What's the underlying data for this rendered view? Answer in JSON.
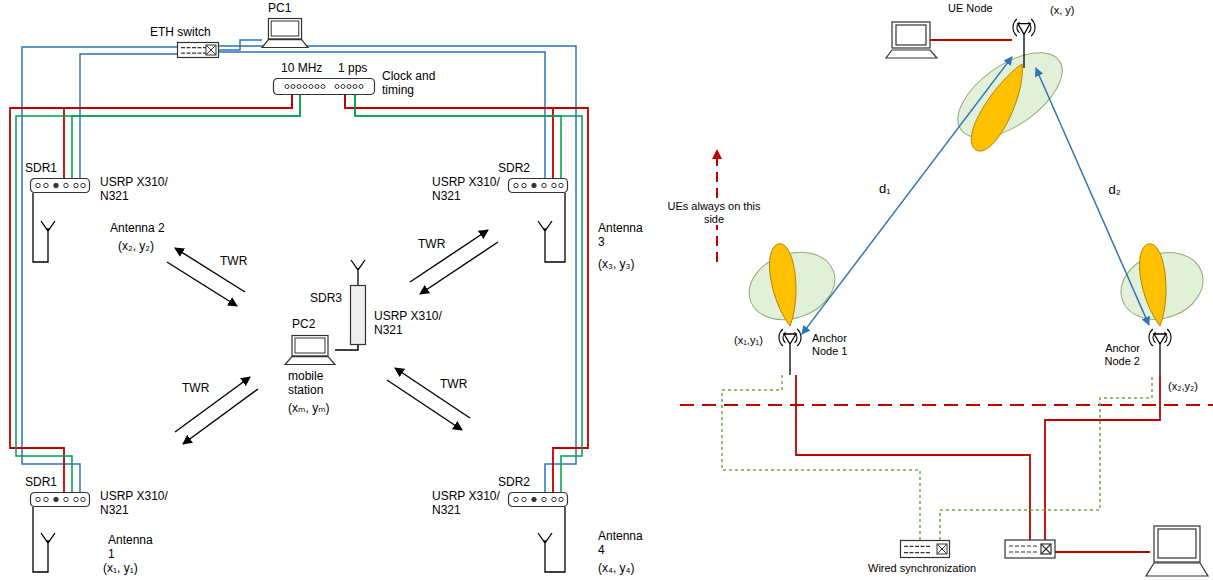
{
  "diagram": {
    "nodes": [
      {
        "text": [
          "PC1"
        ]
      },
      {
        "text": [
          "ETH switch"
        ]
      },
      {
        "text": [
          "10 MHz",
          "1 pps",
          "Clock and timing"
        ]
      },
      {
        "text": [
          "SDR1",
          "USRP X310/ N321"
        ]
      },
      {
        "text": [
          "SDR2",
          "USRP X310/ N321"
        ]
      },
      {
        "text": [
          "SDR1",
          "USRP X310/ N321"
        ]
      },
      {
        "text": [
          "SDR2",
          "USRP X310/ N321"
        ]
      },
      {
        "text": [
          "SDR3",
          "USRP X310/ N321"
        ]
      },
      {
        "text": [
          "PC2",
          "mobile station",
          "(xₘ, yₘ)"
        ]
      },
      {
        "text": [
          "UE Node",
          "(x, y)"
        ]
      },
      {
        "text": [
          "(x₁,y₁)",
          "Anchor Node 1"
        ]
      },
      {
        "text": [
          "Anchor Node 2",
          "(x₂,y₂)"
        ]
      },
      {
        "text": [
          "Wired synchronization"
        ]
      }
    ],
    "edges": [
      {
        "from": 0,
        "to": 1,
        "arrow": "none"
      },
      {
        "from": 1,
        "to": 3,
        "arrow": "none"
      },
      {
        "from": 1,
        "to": 4,
        "arrow": "none"
      },
      {
        "from": 1,
        "to": 5,
        "arrow": "none"
      },
      {
        "from": 1,
        "to": 6,
        "arrow": "none"
      },
      {
        "from": 2,
        "to": 3,
        "arrow": "none"
      },
      {
        "from": 2,
        "to": 3,
        "arrow": "none"
      },
      {
        "from": 2,
        "to": 4,
        "arrow": "none"
      },
      {
        "from": 2,
        "to": 4,
        "arrow": "none"
      },
      {
        "from": 2,
        "to": 5,
        "arrow": "none"
      },
      {
        "from": 2,
        "to": 5,
        "arrow": "none"
      },
      {
        "from": 2,
        "to": 6,
        "arrow": "none"
      },
      {
        "from": 2,
        "to": 6,
        "arrow": "none"
      },
      {
        "from": 7,
        "to": 8,
        "arrow": "none"
      },
      {
        "from": 9,
        "to": 10,
        "label": "d₁",
        "arrow": "both"
      },
      {
        "from": 9,
        "to": 11,
        "label": "d₂",
        "arrow": "both"
      },
      {
        "from": 12,
        "to": 10,
        "arrow": "none"
      },
      {
        "from": 12,
        "to": 11,
        "arrow": "none"
      }
    ],
    "labels": [
      "Antenna 2",
      "(x₂, y₂)",
      "Antenna 3",
      "(x₃, y₃)",
      "TWR",
      "TWR",
      "TWR",
      "TWR",
      "Antenna 1",
      "(x₁, y₁)",
      "Antenna 4",
      "(x₄, y₄)",
      "UEs always on this side"
    ]
  }
}
